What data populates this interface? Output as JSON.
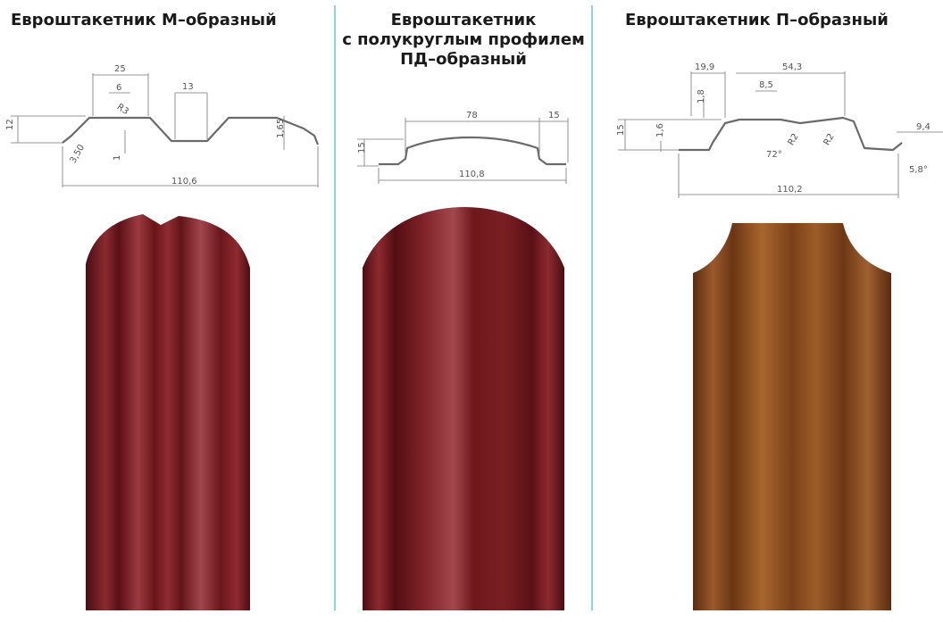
{
  "products": [
    {
      "title": "Евроштакетник М–образный",
      "color": "#7a1d22",
      "dims": {
        "width": "25",
        "top": "6",
        "radius": "R3",
        "gap": "13",
        "height": "12",
        "edge": "1,65",
        "inner": "1",
        "ribbon": "3,50",
        "total": "110,6"
      }
    },
    {
      "title_lines": [
        "Евроштакетник",
        "с полукруглым профилем",
        "ПД–образный"
      ],
      "color": "#7d1b20",
      "dims": {
        "arc": "78",
        "flange": "15",
        "height": "15",
        "total": "110,8"
      }
    },
    {
      "title": "Евроштакетник П–образный",
      "color": "#8a4a20",
      "dims": {
        "left": "19,9",
        "middle": "54,3",
        "center": "8,5",
        "rib": "1,8",
        "height": "15",
        "step": "1,6",
        "angle": "72°",
        "r1": "R2",
        "r2": "R2",
        "flange": "9,4",
        "bevel": "5,8°",
        "total": "110,2"
      }
    }
  ]
}
